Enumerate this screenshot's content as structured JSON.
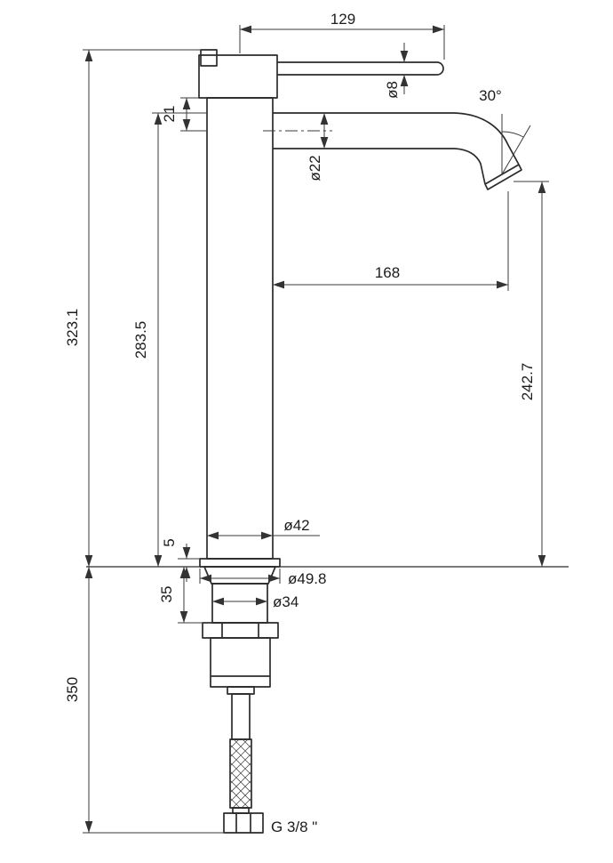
{
  "colors": {
    "ink": "#2b2b2b",
    "background": "#ffffff",
    "dimension_line": "#3a3a3a"
  },
  "dims": {
    "handle_length": "129",
    "handle_rod_dia": "ø8",
    "spout_angle": "30°",
    "cap_to_spout_axis": "21",
    "spout_dia": "ø22",
    "spout_reach": "168",
    "total_height": "323.1",
    "spout_top_height": "283.5",
    "outlet_height": "242.7",
    "body_dia": "ø42",
    "base_ring_height": "5",
    "base_ring_dia": "ø49.8",
    "shank_length": "35",
    "shank_dia": "ø34",
    "hose_length": "350",
    "thread_size": "G 3/8 \""
  }
}
